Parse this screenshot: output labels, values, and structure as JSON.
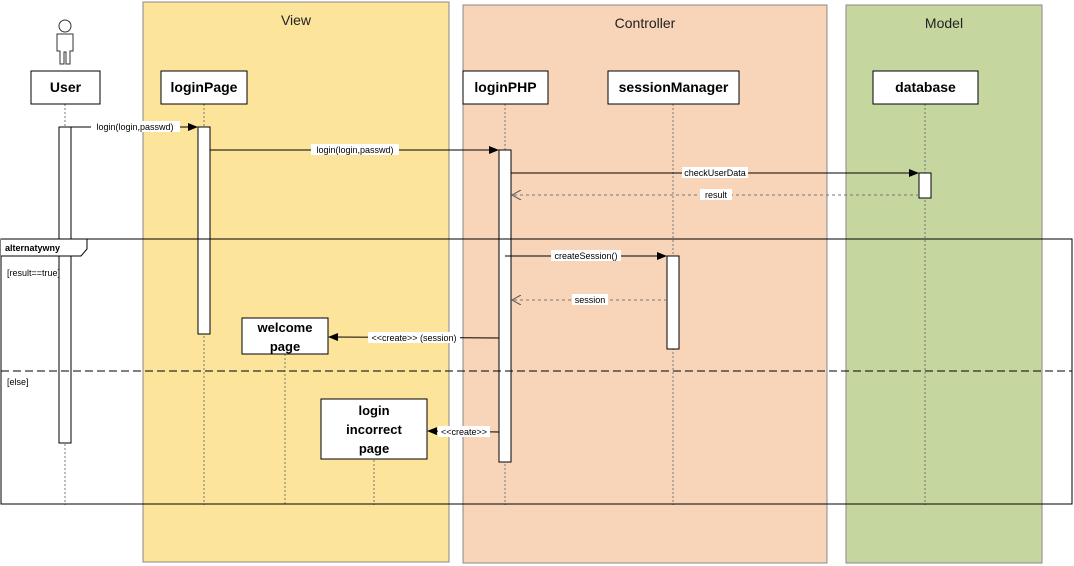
{
  "lanes": {
    "view": "View",
    "controller": "Controller",
    "model": "Model"
  },
  "lifelines": {
    "user": "User",
    "login_page": "loginPage",
    "login_php": "loginPHP",
    "session_manager": "sessionManager",
    "database": "database"
  },
  "messages": {
    "m1": "login(login,passwd)",
    "m2": "login(login,passwd)",
    "m3": "checkUserData",
    "m4": "result",
    "m5": "createSession()",
    "m6": "session",
    "m7": "<<create>> (session)",
    "m8": "<<create>>"
  },
  "fragment": {
    "label": "alternatywny",
    "guard1": "[result==true]",
    "guard2": "[else]"
  },
  "objects": {
    "welcome_line1": "welcome",
    "welcome_line2": "page",
    "incorrect_line1": "login",
    "incorrect_line2": "incorrect",
    "incorrect_line3": "page"
  },
  "colors": {
    "view_bg": "#fde49b",
    "controller_bg": "#f8d4b8",
    "model_bg": "#c6d69f"
  }
}
